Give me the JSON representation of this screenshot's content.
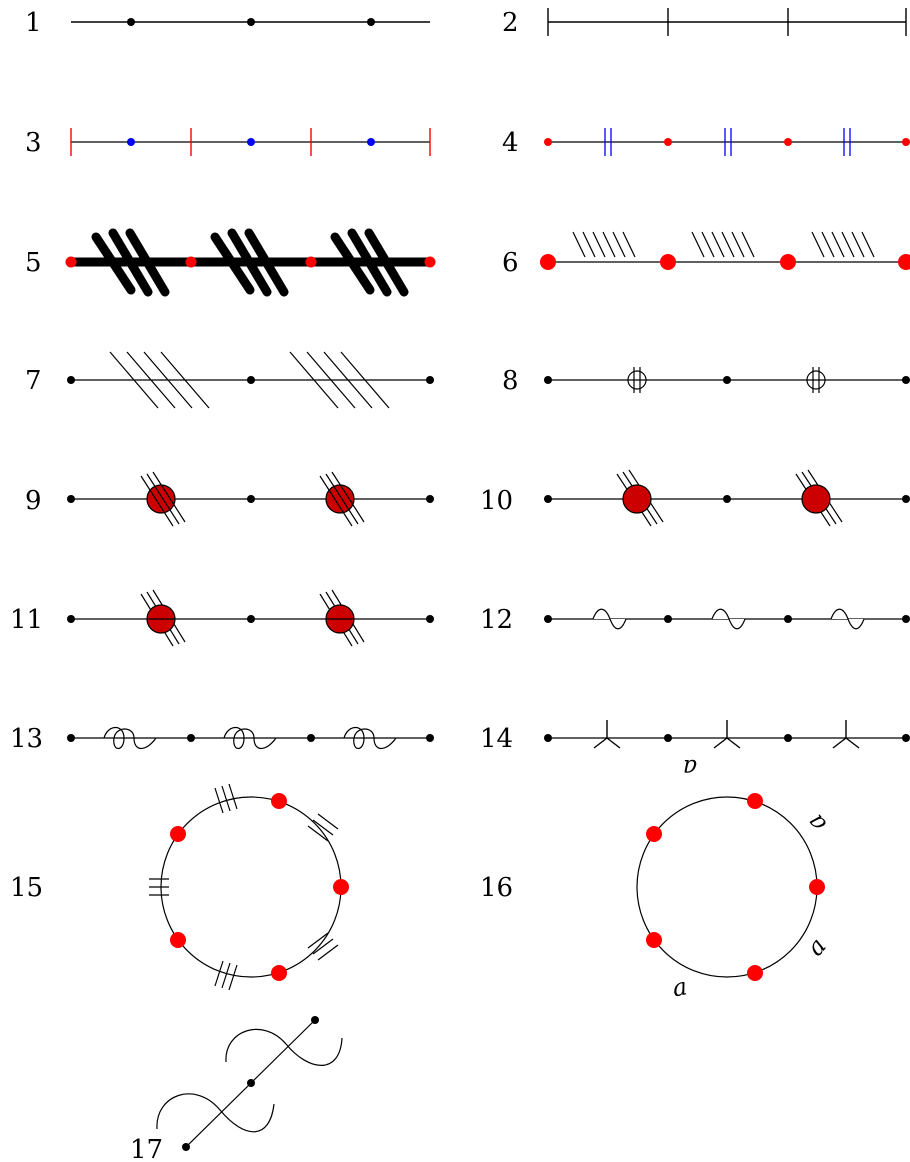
{
  "labels": {
    "d1": "1",
    "d2": "2",
    "d3": "3",
    "d4": "4",
    "d5": "5",
    "d6": "6",
    "d7": "7",
    "d8": "8",
    "d9": "9",
    "d10": "10",
    "d11": "11",
    "d12": "12",
    "d13": "13",
    "d14": "14",
    "d15": "15",
    "d16": "16",
    "d17": "17"
  },
  "circle16_marks": [
    "a",
    "a",
    "a",
    "a"
  ],
  "colors": {
    "line": "#000000",
    "red": "#ff0000",
    "blue": "#0000ff",
    "dark_red": "#cc0000"
  }
}
